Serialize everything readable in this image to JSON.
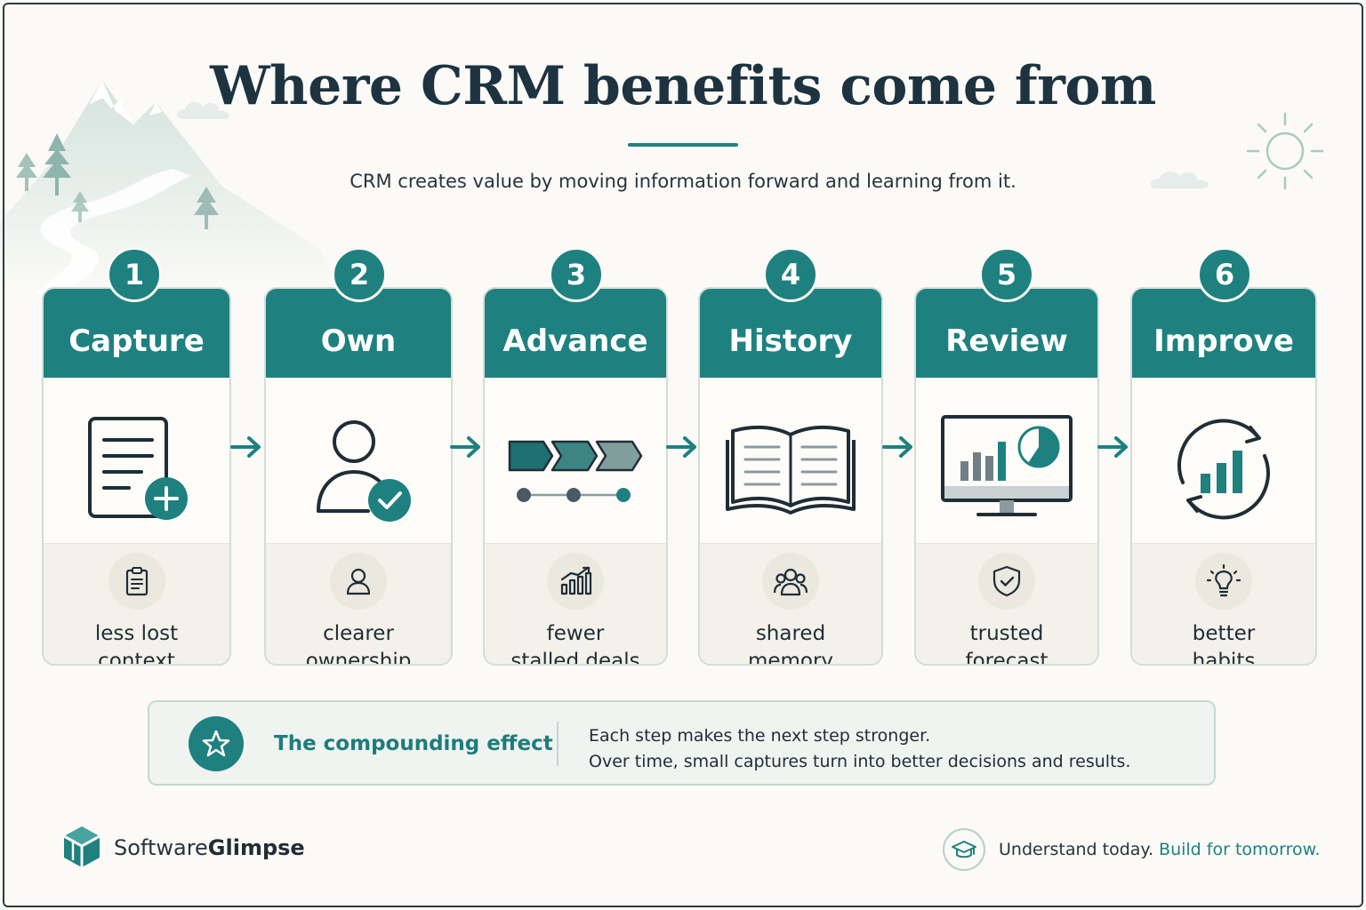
{
  "title": "Where CRM benefits come from",
  "subtitle": "CRM creates value by moving information forward and learning from it.",
  "steps": [
    {
      "number": "1",
      "label": "Capture",
      "result_line1": "less lost",
      "result_line2": "context",
      "icon": "document-add-icon",
      "result_icon": "clipboard-icon"
    },
    {
      "number": "2",
      "label": "Own",
      "result_line1": "clearer",
      "result_line2": "ownership",
      "icon": "user-check-icon",
      "result_icon": "user-icon"
    },
    {
      "number": "3",
      "label": "Advance",
      "result_line1": "fewer",
      "result_line2": "stalled deals",
      "icon": "pipeline-stages-icon",
      "result_icon": "growth-chart-icon"
    },
    {
      "number": "4",
      "label": "History",
      "result_line1": "shared",
      "result_line2": "memory",
      "icon": "open-book-icon",
      "result_icon": "team-icon"
    },
    {
      "number": "5",
      "label": "Review",
      "result_line1": "trusted",
      "result_line2": "forecast",
      "icon": "dashboard-monitor-icon",
      "result_icon": "shield-check-icon"
    },
    {
      "number": "6",
      "label": "Improve",
      "result_line1": "better",
      "result_line2": "habits",
      "icon": "improvement-cycle-icon",
      "result_icon": "lightbulb-icon"
    }
  ],
  "effect": {
    "title": "The compounding effect",
    "line1": "Each step makes the next step stronger.",
    "line2": "Over time, small captures turn into better decisions and results."
  },
  "brand": {
    "part1": "Software",
    "part2": "Glimpse"
  },
  "tagline": {
    "part1": "Understand today.",
    "part2": "Build for tomorrow."
  },
  "colors": {
    "accent": "#1e8180",
    "text": "#1d3340",
    "background": "#fbfaf6",
    "card_footer": "#f3f1ea"
  }
}
